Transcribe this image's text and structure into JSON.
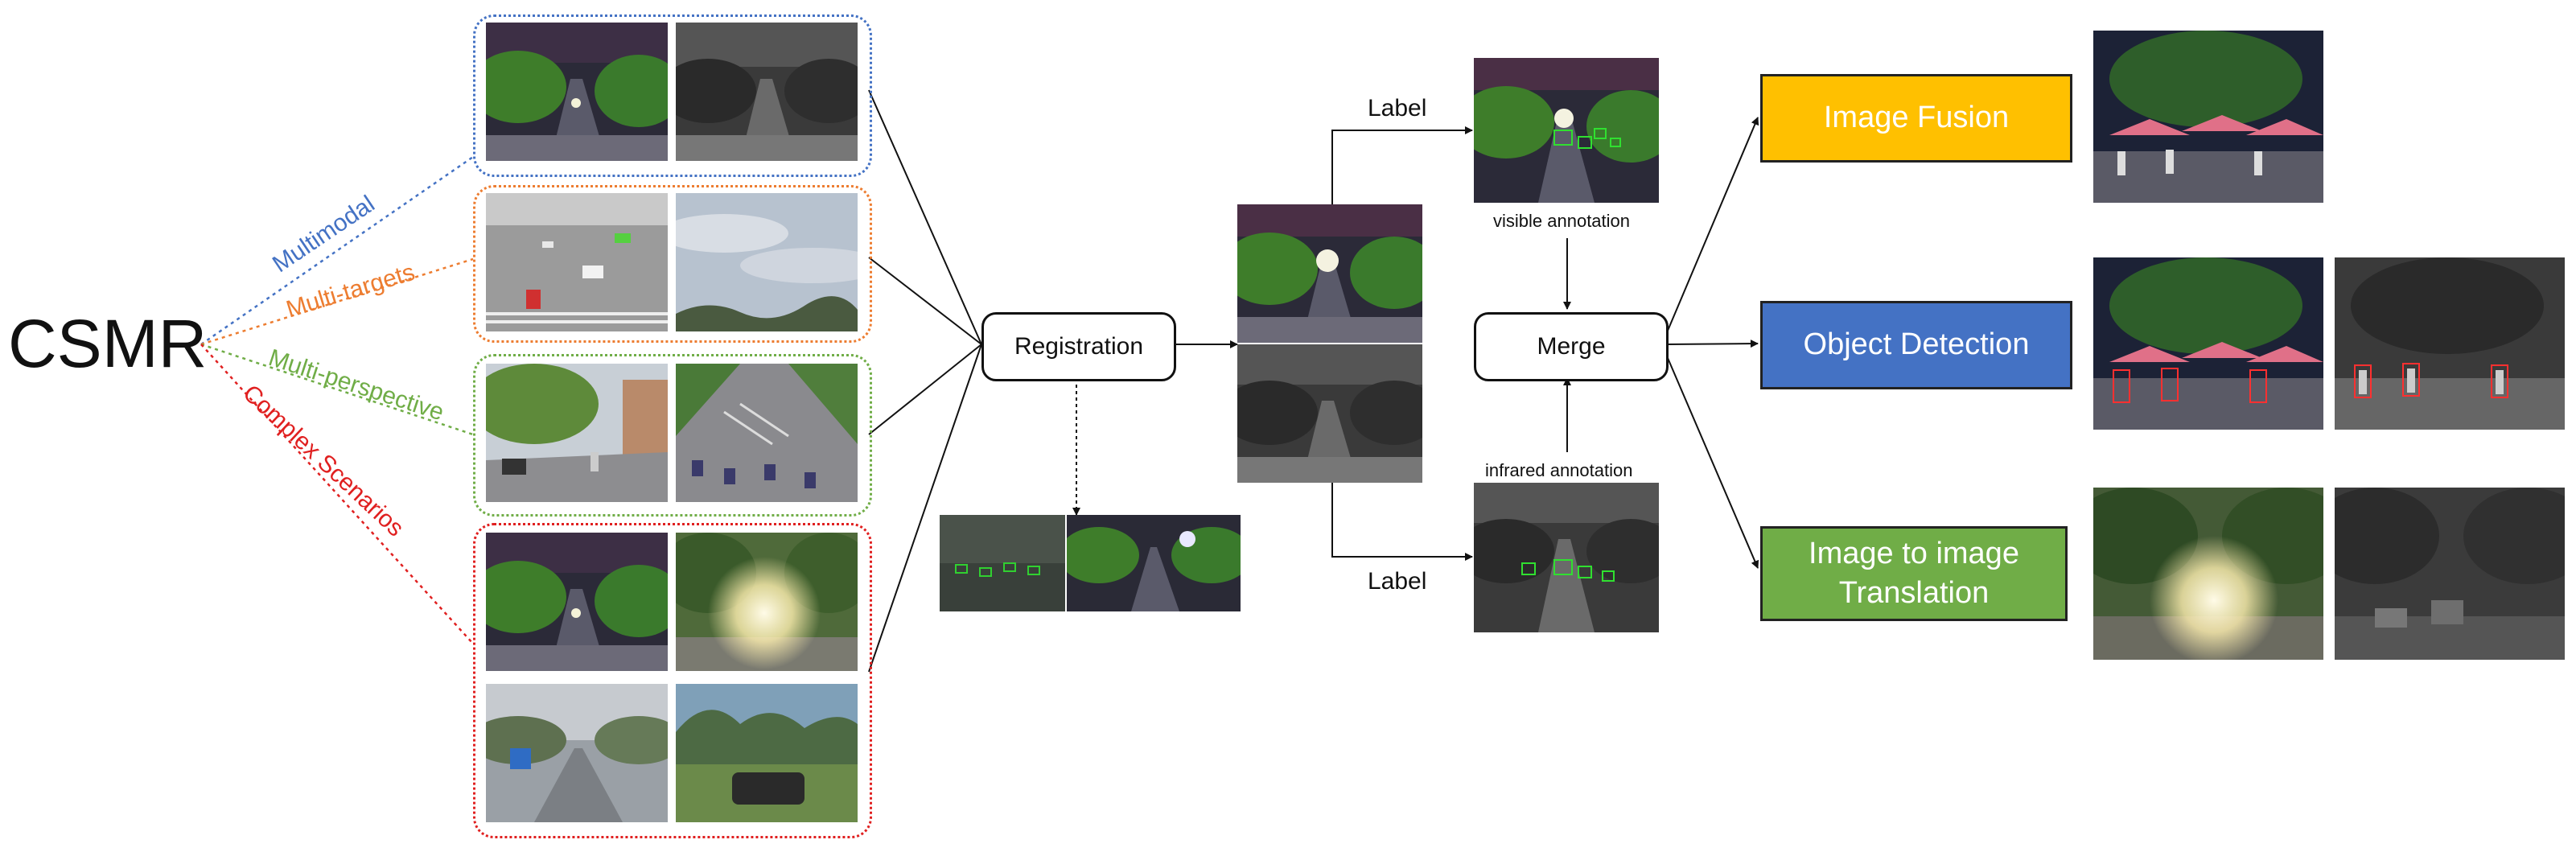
{
  "title": "CSMR",
  "branches": [
    {
      "label": "Multimodal",
      "color": "#4472c4"
    },
    {
      "label": "Multi-targets",
      "color": "#ed7d31"
    },
    {
      "label": "Multi-perspective",
      "color": "#70ad47"
    },
    {
      "label": "Complex Scenarios",
      "color": "#e02020"
    }
  ],
  "images": {
    "multimodal": [
      "visible-night-street-photo",
      "infrared-night-street-photo"
    ],
    "multi_targets": [
      "traffic-intersection-photo",
      "cloudy-sky-photo"
    ],
    "multi_perspective": [
      "street-side-view-photo",
      "street-aerial-view-photo"
    ],
    "complex_scenarios": [
      "night-street-photo",
      "headlight-glare-photo",
      "rainy-road-photo",
      "off-road-vehicle-photo"
    ]
  },
  "nodes": {
    "registration": "Registration",
    "merge": "Merge"
  },
  "edge_labels": {
    "top_label": "Label",
    "bottom_label": "Label",
    "visible_annotation": "visible annotation",
    "infrared_annotation": "infrared annotation"
  },
  "tasks": [
    {
      "label": "Image Fusion",
      "color": "#ffc000"
    },
    {
      "label": "Object Detection",
      "color": "#4472c4"
    },
    {
      "label": "Image to image Translation",
      "color": "#70ad47"
    }
  ]
}
